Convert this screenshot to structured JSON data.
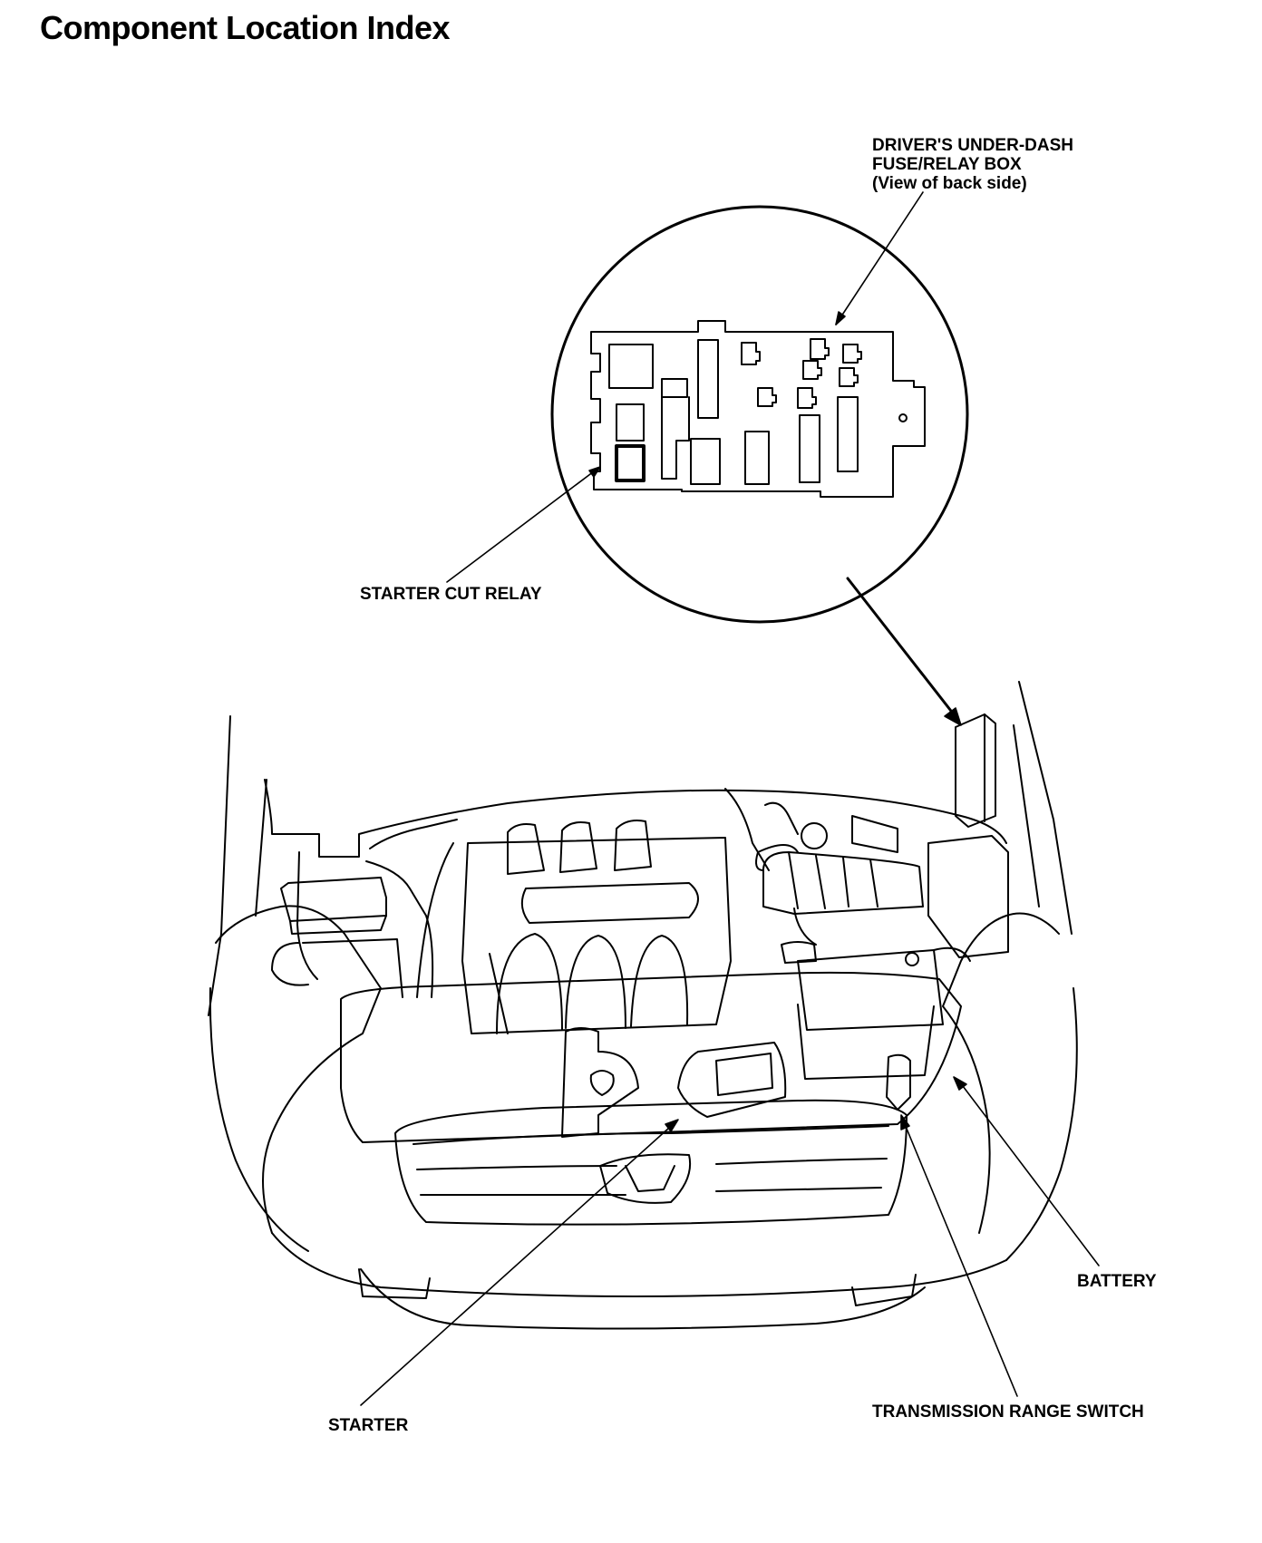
{
  "header": {
    "title": "Component Location Index"
  },
  "callouts": {
    "fuse_box": {
      "line1": "DRIVER'S UNDER-DASH",
      "line2": "FUSE/RELAY BOX",
      "line3": "(View of back side)"
    },
    "starter_cut_relay": "STARTER CUT RELAY",
    "battery": "BATTERY",
    "starter": "STARTER",
    "transmission_range_switch": "TRANSMISSION RANGE SWITCH"
  }
}
